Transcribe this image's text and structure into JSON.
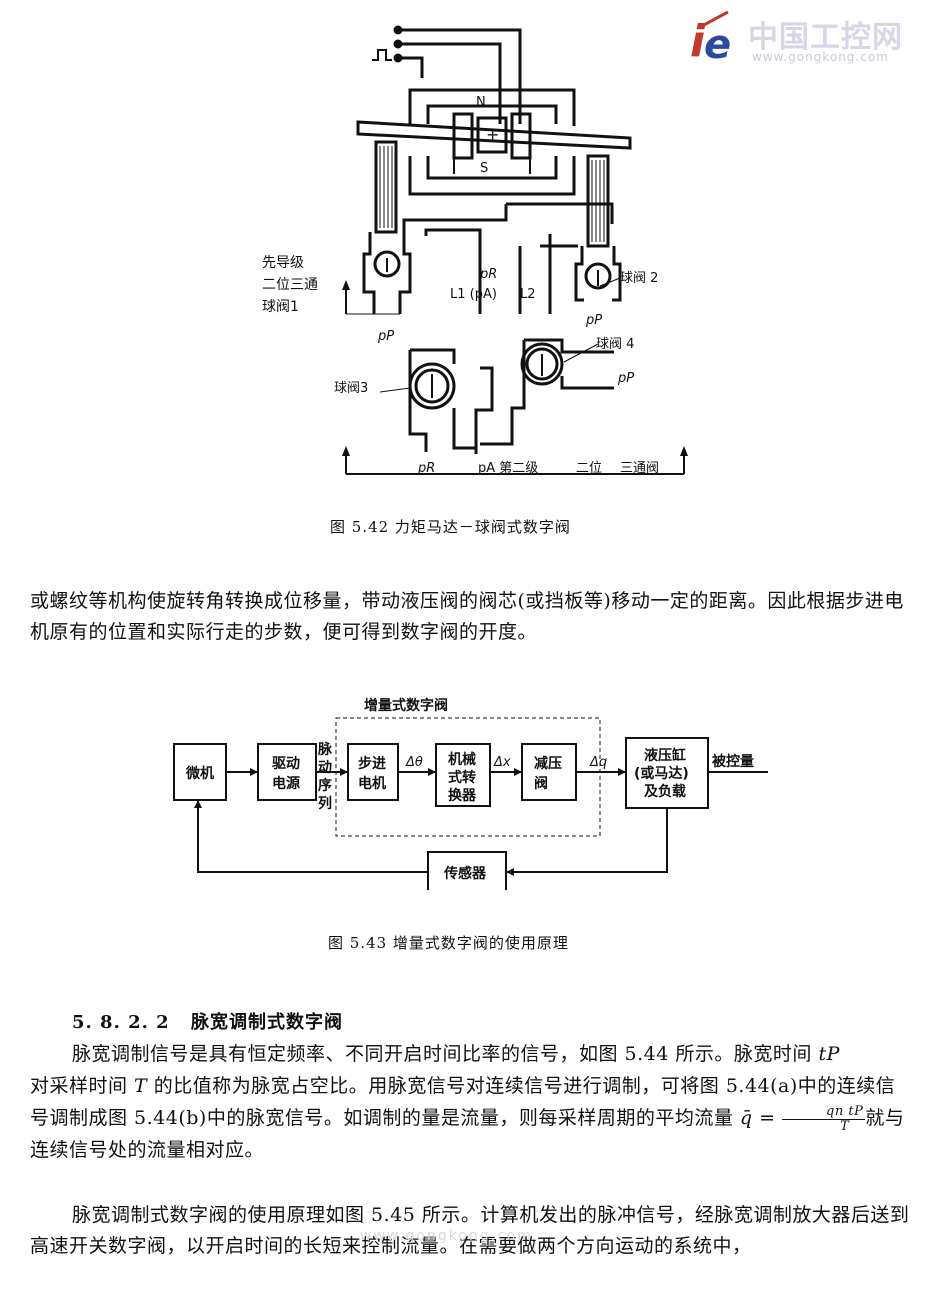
{
  "logo": {
    "brand_cn": "中国工控网",
    "url": "www.gongkong.com",
    "colors": {
      "accent": "#c0392b",
      "brand": "#2b4a9e",
      "faded": "#d6d6e6"
    }
  },
  "fig542": {
    "labels": {
      "N": "N",
      "S": "S",
      "plus": "+",
      "pilot1": "先导级",
      "pilot2": "二位三通",
      "pilot3": "球阀1",
      "ball2": "球阀 2",
      "ball3": "球阀3",
      "ball4": "球阀 4",
      "pR_top": "pR",
      "pR_bottom": "pR",
      "L1": "L1 (pA)",
      "L2": "L2",
      "pP_left": "pP",
      "pP_right": "pP",
      "pP_right2": "pP",
      "bottom_pA": "pA 第二级",
      "bottom_pos": "二位",
      "bottom_3way": "三通阀"
    },
    "caption": "图 5.42   力矩马达－球阀式数字阀"
  },
  "para1": "或螺纹等机构使旋转角转换成位移量，带动液压阀的阀芯(或挡板等)移动一定的距离。因此根据步进电机原有的位置和实际行走的步数，便可得到数字阀的开度。",
  "fig543": {
    "group_title": "增量式数字阀",
    "micro": "微机",
    "driver": [
      "驱动",
      "电源"
    ],
    "pulse": [
      "脉",
      "动",
      "序",
      "列"
    ],
    "stepper": [
      "步进",
      "电机"
    ],
    "dtheta": "Δθ",
    "mech": [
      "机械",
      "式转",
      "换器"
    ],
    "dx": "Δx",
    "reducer": [
      "减压",
      "阀"
    ],
    "dq": "Δq",
    "cyl": [
      "液压缸",
      "(或马达)",
      "及负载"
    ],
    "controlled": "被控量",
    "sensor": "传感器",
    "caption": "图 5.43   增量式数字阀的使用原理"
  },
  "section": {
    "number": "5. 8. 2. 2",
    "title": "脉宽调制式数字阀"
  },
  "para2": {
    "text_a": "脉宽调制信号是具有恒定频率、不同开启时间比率的信号，如图 5.44 所示。脉宽时间 ",
    "tp": "tP",
    "text_b": "对采样时间 ",
    "T": "T",
    "text_c": " 的比值称为脉宽占空比。用脉宽信号对连续信号进行调制，可将图 5.44(a)中的连续信号调制成图 5.44(b)中的脉宽信号。如调制的量是流量，则每采样周期的平均流量 ",
    "qbar": "q̄ =",
    "frac_num": "qn tP",
    "frac_den": "T",
    "text_d": "就与连续信号处的流量相对应。"
  },
  "para3": "脉宽调制式数字阀的使用原理如图 5.45 所示。计算机发出的脉冲信号，经脉宽调制放大器后送到高速开关数字阀，以开启时间的长短来控制流量。在需要做两个方向运动的系统中，",
  "watermark": "www.gongkong.com"
}
